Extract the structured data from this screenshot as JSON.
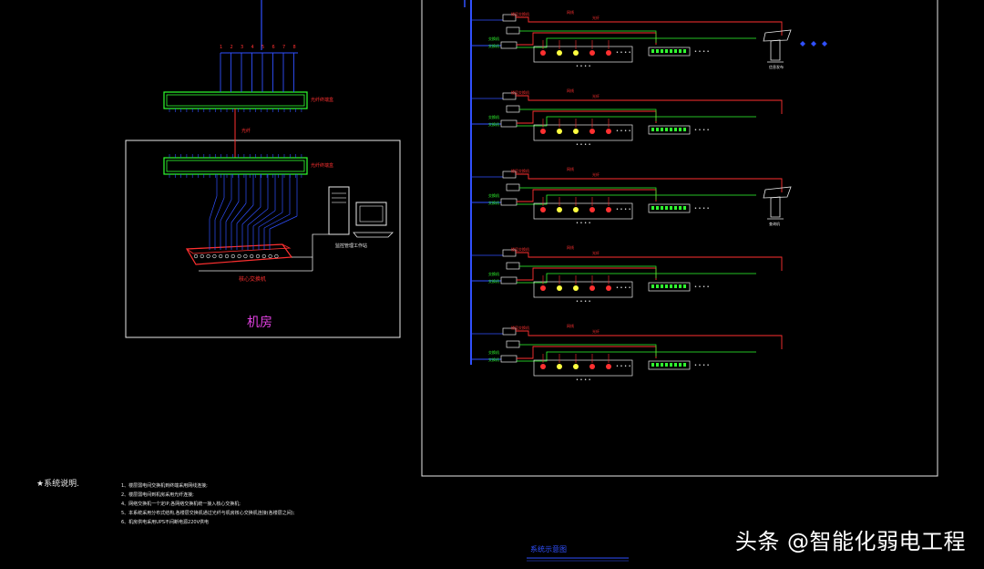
{
  "machine_room": {
    "title": "机房",
    "odf_top_label": "光纤终端盒",
    "fiber_label": "光纤",
    "odf_bottom_label": "光纤终端盒",
    "core_switch_label": "核心交换机",
    "workstation_label": "监控管理工作站",
    "port_numbers": [
      "1",
      "2",
      "3",
      "4",
      "5",
      "6",
      "7",
      "8"
    ]
  },
  "floors": [
    {
      "label": "楼层交换机",
      "endpoint": "信息发布"
    },
    {
      "label": "楼层交换机",
      "endpoint": ""
    },
    {
      "label": "楼层交换机",
      "endpoint": "查询机"
    },
    {
      "label": "楼层交换机",
      "endpoint": ""
    },
    {
      "label": "楼层交换机",
      "endpoint": ""
    }
  ],
  "floor_text": {
    "switch_small": "交换机",
    "cable_label": "网线",
    "cable_label2": "光纤",
    "dots": "• • • •"
  },
  "notes": {
    "heading": "★系统说明.",
    "items": [
      "1、楼层弱电间交换机到终端采用网线连接;",
      "2、楼层弱电间到机房采用光纤连接;",
      "4、网络交换机一个定IP,各网络交换机统一接入核心交换机;",
      "5、本系统采用分布式结构,各楼层交换机通过光纤与机房核心交换机连接(各楼层之间);",
      "6、机房供电采用UPS不间断电源220V供电"
    ]
  },
  "drawing_title": "系统示意图",
  "watermark": "头条 @智能化弱电工程",
  "colors": {
    "background": "#000000",
    "blue": "#3050ff",
    "red": "#ff3030",
    "green": "#30ff30",
    "white": "#e8e8e8",
    "magenta": "#e040e0",
    "yellow": "#ffff40"
  }
}
